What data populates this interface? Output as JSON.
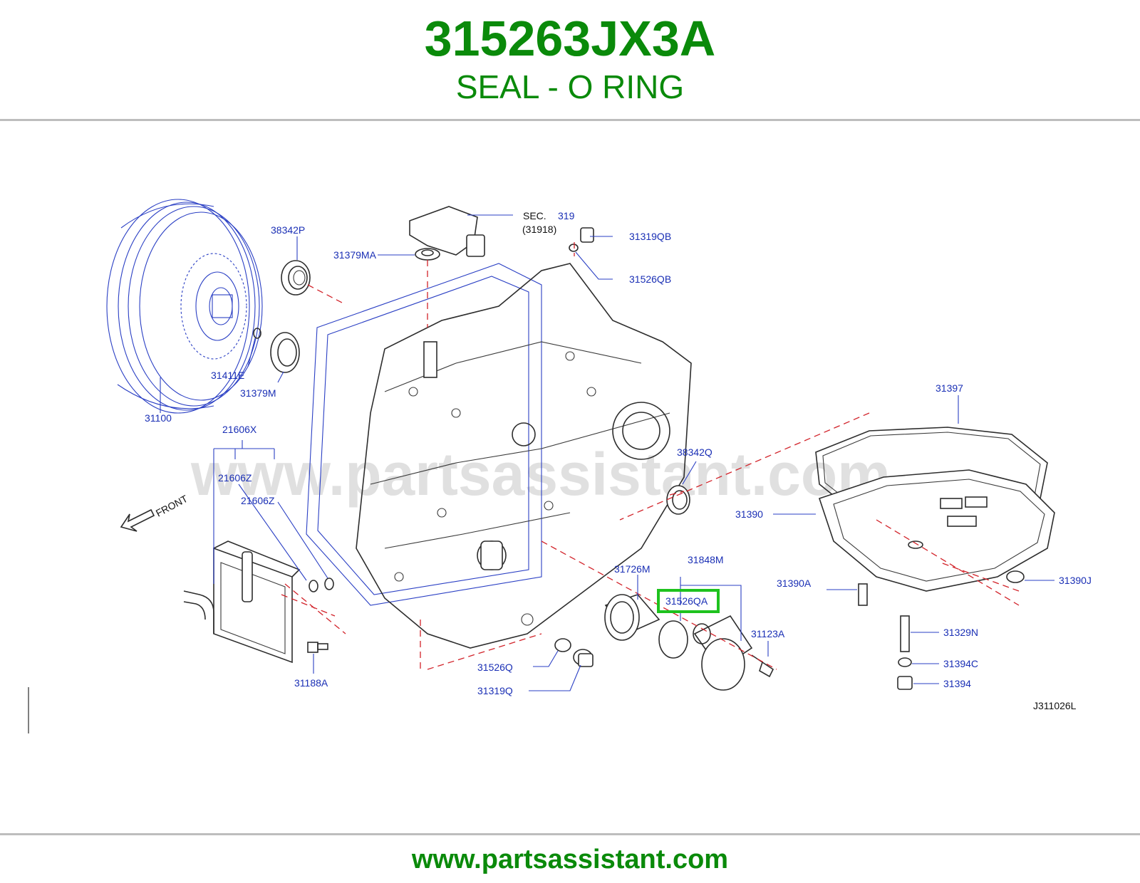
{
  "header": {
    "part_number": "315263JX3A",
    "part_name": "SEAL - O RING"
  },
  "footer": {
    "url": "www.partsassistant.com"
  },
  "diagram": {
    "watermark": "www.partsassistant.com",
    "diagram_code": "J311026L",
    "front_label": "FRONT",
    "section_ref": {
      "prefix": "SEC.",
      "number": "319",
      "sub": "(31918)"
    },
    "highlighted_callout": "31526QA",
    "highlight_color": "#1ec21e",
    "line_color": "#2a3fc4",
    "dash_color": "#d2232a",
    "callouts": {
      "c38342P": "38342P",
      "c31379MA": "31379MA",
      "c31319QB": "31319QB",
      "c31526QB": "31526QB",
      "c31411E": "31411E",
      "c31379M": "31379M",
      "c31100": "31100",
      "c21606X": "21606X",
      "c21606Z_a": "21606Z",
      "c21606Z_b": "21606Z",
      "c38342Q": "38342Q",
      "c31397": "31397",
      "c31390": "31390",
      "c31726M": "31726M",
      "c31848M": "31848M",
      "c31526QA": "31526QA",
      "c31390A": "31390A",
      "c31390J": "31390J",
      "c31123A": "31123A",
      "c31329N": "31329N",
      "c31394C": "31394C",
      "c31394": "31394",
      "c31526Q": "31526Q",
      "c31319Q": "31319Q",
      "c31188A": "31188A"
    }
  }
}
